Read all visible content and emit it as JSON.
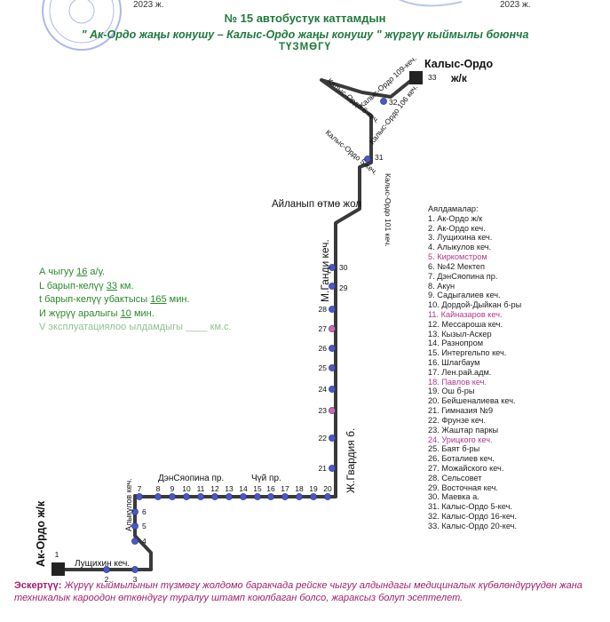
{
  "header": {
    "date_left": "2023 ж.",
    "date_right": "2023 ж.",
    "title_line1": "№ 15 автобустук каттамдын",
    "title_line2": "\" Ак-Ордо жаңы конушу – Калыс-Ордо жаңы конушу \" жүргүү кыймылы боюнча",
    "title_line3": "ТҮЗМӨГҮ"
  },
  "terminals": {
    "start": "Ак-Ордо ж/к",
    "end_line1": "Калыс-Ордо",
    "end_line2": "ж/к"
  },
  "street_labels": {
    "lushchikhin": "Лущихин кеч.",
    "alykulov": "Алыкулов кеч.",
    "dzerzhinsky": "ДэнСяопина пр.",
    "chui": "Чүй пр.",
    "gvardiya": "Ж.Гвардия б.",
    "gandi": "М.Ганди кеч.",
    "ring_road": "Айланып өтмө жол",
    "ko101": "Калыс-Ордо 101 кеч.",
    "ko5": "Калыс-Ордо 5-кеч.",
    "ko6": "Калыс-Ордо 6-кеч.",
    "ko106": "Калыс-Ордо 106 кеч.",
    "ko109": "Калыс-Ордо 109-кеч."
  },
  "stop_numbers": [
    "1",
    "2",
    "3",
    "4",
    "5",
    "6",
    "7",
    "8",
    "9",
    "10",
    "11",
    "12",
    "13",
    "14",
    "15",
    "16",
    "17",
    "18",
    "19",
    "20",
    "21",
    "22",
    "23",
    "24",
    "25",
    "26",
    "27",
    "28",
    "29",
    "30",
    "31",
    "32",
    "33"
  ],
  "parameters": {
    "line1_a": "А чыгуу",
    "line1_value": "16",
    "line1_unit": "а/у.",
    "line2_a": "L барып-келүү",
    "line2_value": "33",
    "line2_unit": "км.",
    "line3_a": "t барып-келүү убактысы",
    "line3_value": "165",
    "line3_unit": "мин.",
    "line4_a": "И жүрүү аралыгы",
    "line4_value": "10",
    "line4_unit": "мин.",
    "line5_a": "V эксплуатациялоо ылдамдыгы",
    "line5_value": "____",
    "line5_unit": "км.с."
  },
  "stops_panel": {
    "heading": "Аялдамалар:",
    "items": [
      "1. Ак-Ордо ж/к",
      "2. Ак-Ордо кеч.",
      "3. Лущихина кеч.",
      "4. Алыкулов кеч.",
      "5. Киркомстром",
      "6. №42 Мектеп",
      "7. ДэнСяопина пр.",
      "8. Акун",
      "9. Садыгалиев кеч.",
      "10. Дордой-Дыйкан б-ры",
      "11. Кайназаров кеч.",
      "12. Мессароша кеч.",
      "13. Кызыл-Аскер",
      "14. Разнопром",
      "15. Интергельпо кеч.",
      "16. Шлагбаум",
      "17. Лен.рай.адм.",
      "18. Павлов кеч.",
      "19. Ош б-ры",
      "20. Бейшеналиева кеч.",
      "21. Гимназия №9",
      "22. Фрунзе кеч.",
      "23. Жаштар паркы",
      "24. Урицкого кеч.",
      "25. Баят б-ры",
      "26. Боталиев кеч.",
      "27. Можайского кеч.",
      "28. Сельсовет",
      "29. Восточная кеч.",
      "30. Маевка а.",
      "31. Калыс-Ордо 5-кеч.",
      "32. Калыс-Ордо 16-кеч.",
      "33. Калыс-Ордо 20-кеч."
    ],
    "pink_indices": [
      4,
      10,
      17,
      23
    ]
  },
  "note": {
    "label": "Эскертүү:",
    "text": "Жүрүү кыймылынын түзмөгү жолдомо баракчада рейске чыгуу алдындагы медициналык күбөлөндүрүүдөн жана техникалык кароодон өткөндүгү туралуу штамп коюлбаган болсо, жараксыз болуп эсептелет."
  },
  "colors": {
    "route": "#3a3a3a",
    "stop": "#4a57c9",
    "stop_pink": "#d06aa8",
    "green_text": "#1f7a3a",
    "note": "#a01e6e"
  }
}
